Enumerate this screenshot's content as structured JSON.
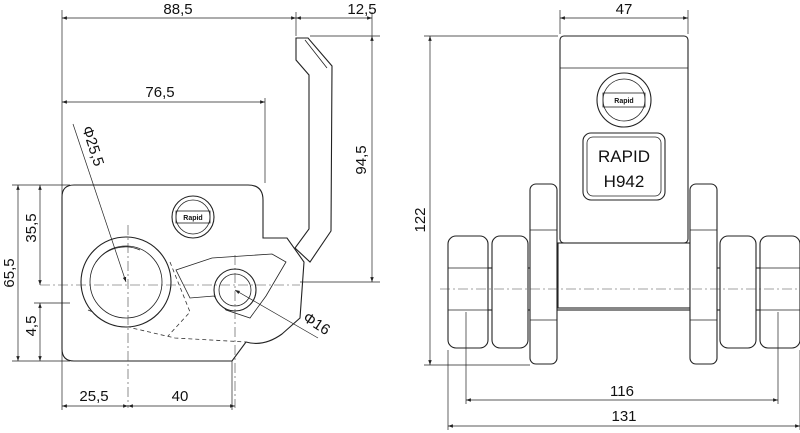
{
  "side_view": {
    "dims": {
      "width_total": "88,5",
      "lever_width": "12,5",
      "hook_width": "76,5",
      "hole_large_dia": "25,5",
      "height_lever": "94,5",
      "height_total": "65,5",
      "height_center": "35,5",
      "height_bottom": "4,5",
      "hole_small_dia": "16",
      "x_center": "25,5",
      "x_spacing": "40"
    },
    "logo_text": "Rapid",
    "diameter_symbol": "Φ"
  },
  "front_view": {
    "dims": {
      "top_width": "47",
      "height": "122",
      "inner_width": "116",
      "outer_width": "131"
    },
    "logo_text": "Rapid",
    "label_line1": "RAPID",
    "label_line2": "H942"
  }
}
